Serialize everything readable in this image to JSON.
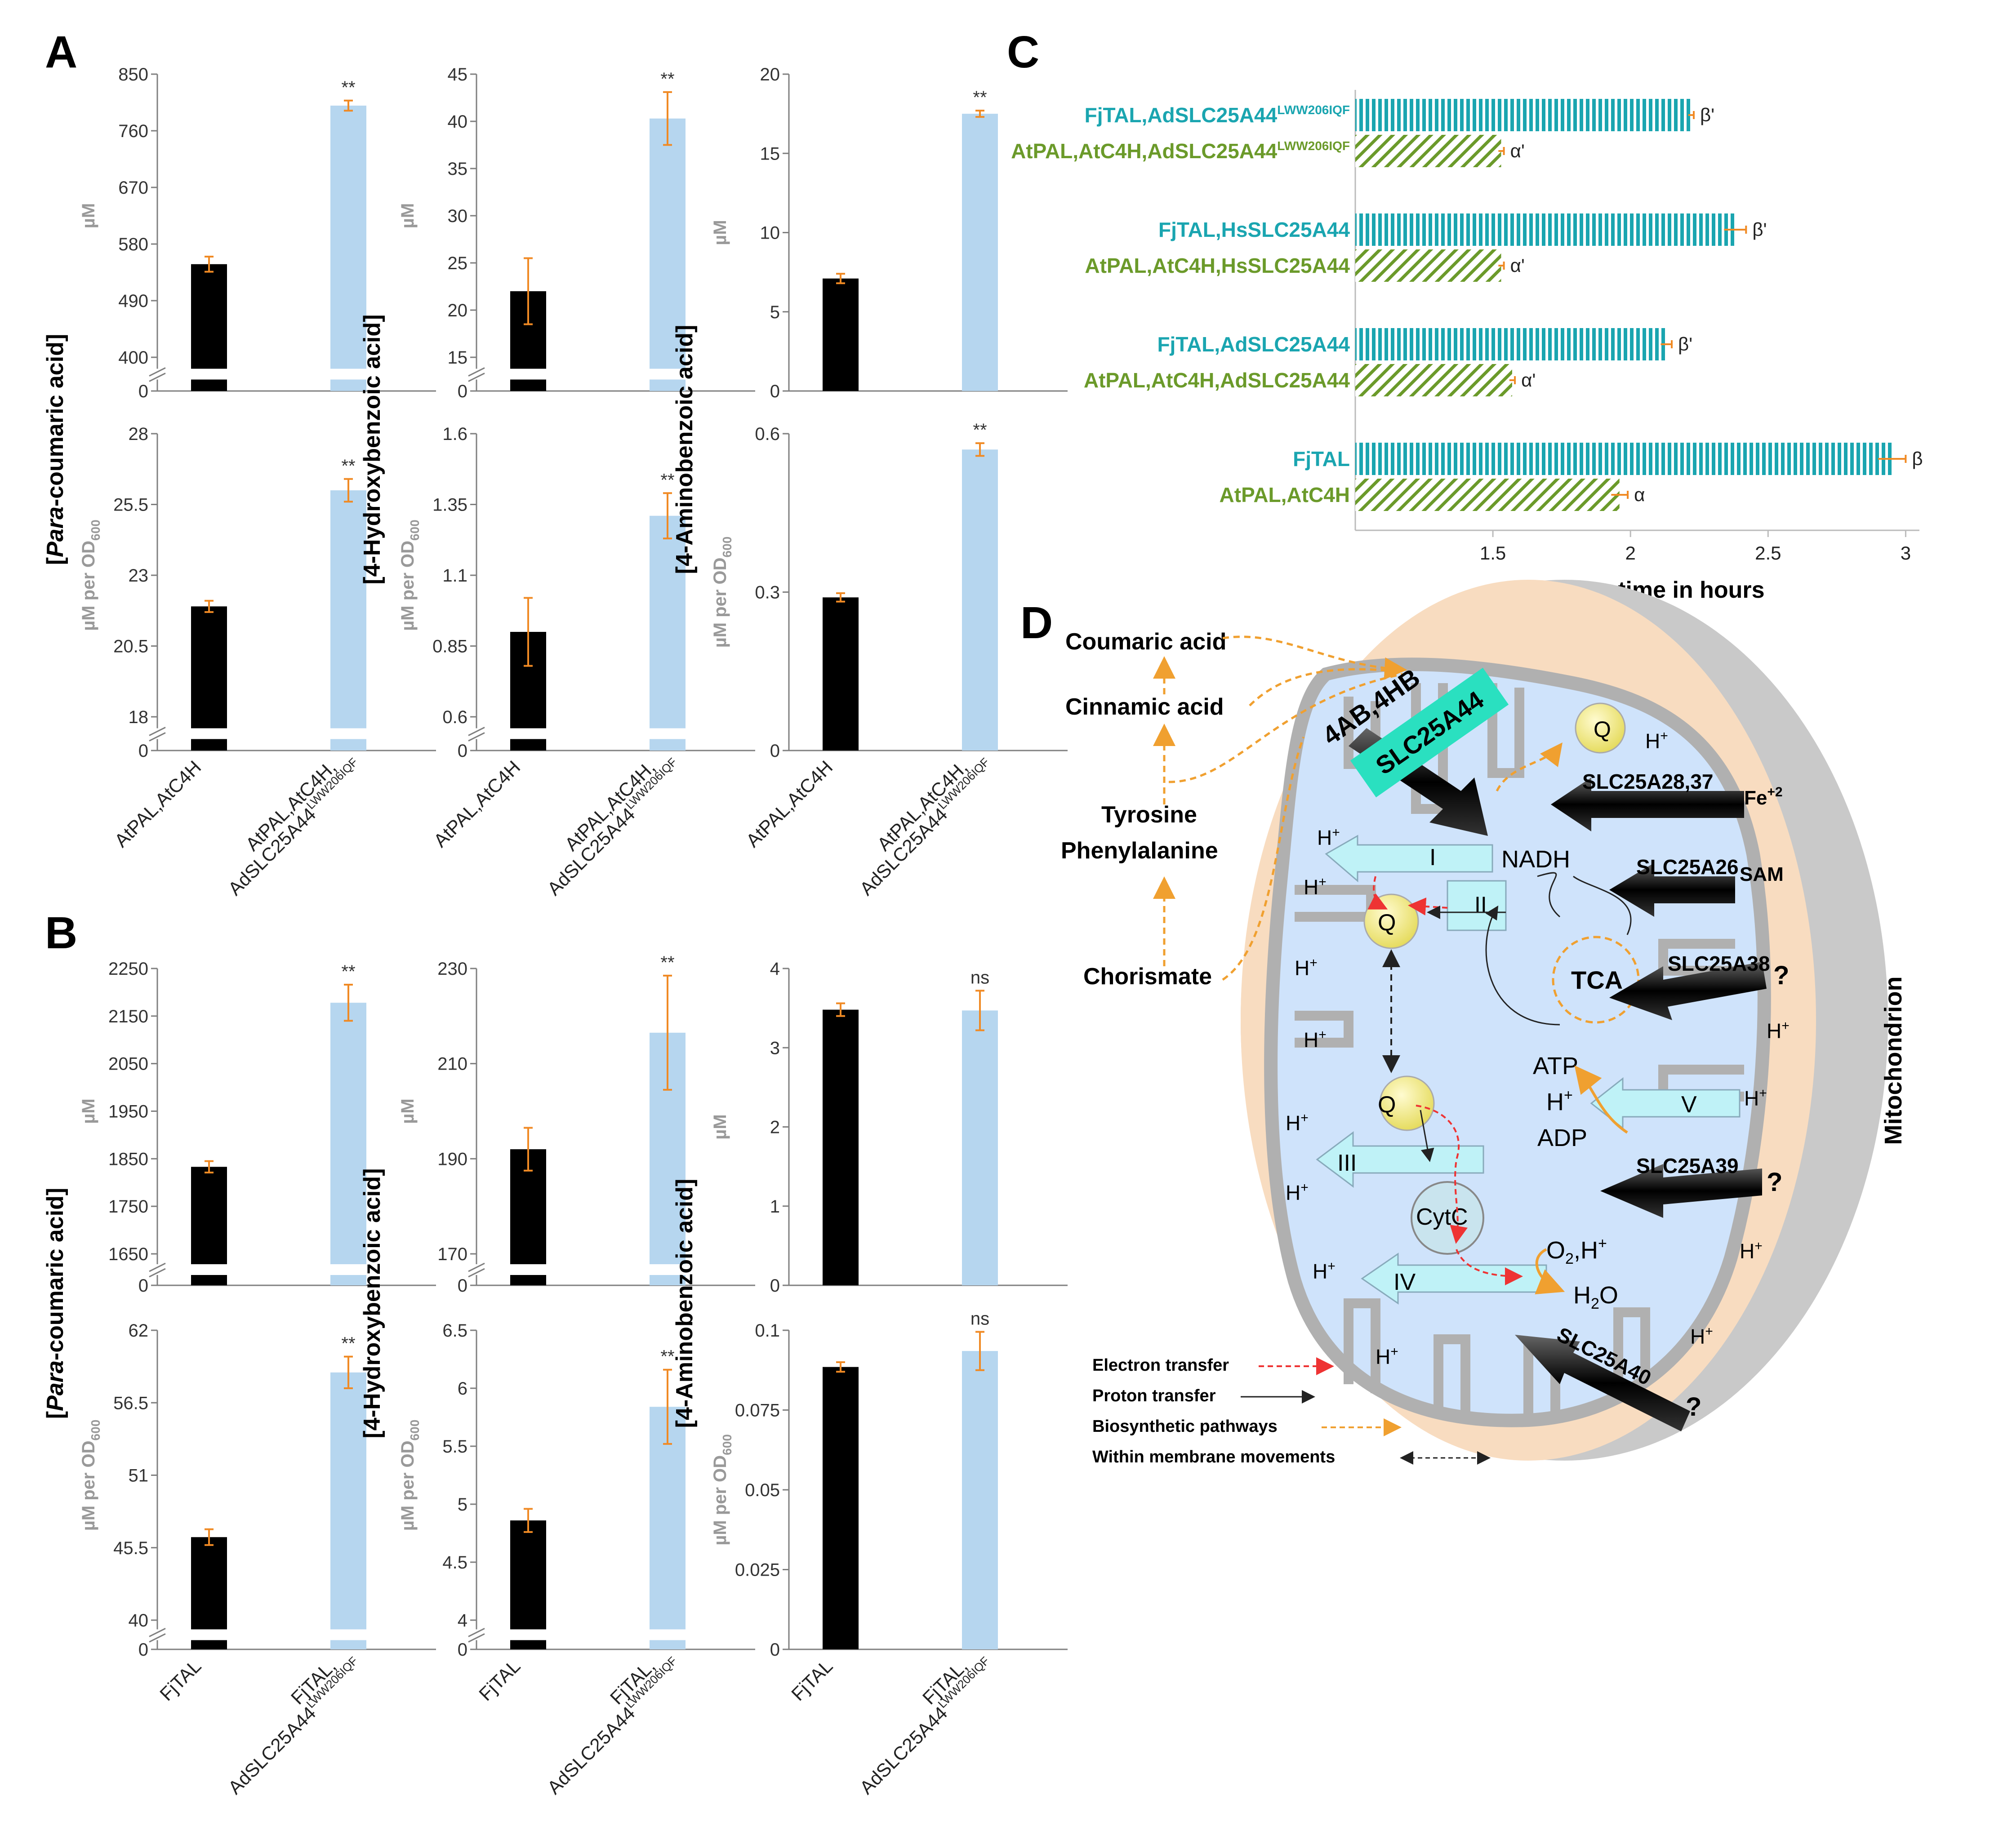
{
  "panel_labels": {
    "a": "A",
    "b": "B",
    "c": "C",
    "d": "D"
  },
  "x_labels": {
    "a_control": "AtPAL,AtC4H",
    "a_treat_1": "AtPAL,AtC4H,",
    "a_treat_2": "AdSLC25A44",
    "b_control": "FjTAL",
    "b_treat_1": "FjTAL,",
    "b_treat_2": "AdSLC25A44",
    "sup": "LWW206IQF"
  },
  "row_titles": {
    "coumaric_pre": "[",
    "coumaric_italic": "Para",
    "coumaric_post": "-coumaric acid]",
    "hydroxy": "[4-Hydroxybenzoic acid]",
    "amino": "[4-Aminobenzoic acid]"
  },
  "units": {
    "uM": "µM",
    "per_od": "µM per OD",
    "od_sub": "600"
  },
  "colors": {
    "control": "#000000",
    "treated": "#b6d6ef",
    "error": "#f08a24",
    "axis": "#7f7f7f",
    "teal": "#1aa5b0",
    "green": "#6b9a2a",
    "cyan": "#2ae0c0",
    "mito_outer": "#f8dcc0",
    "mito_inner": "#cfe3fb",
    "complex": "#bff2f7"
  },
  "chart_data": [
    {
      "id": "A1",
      "type": "bar",
      "categories": [
        "AtPAL,AtC4H",
        "AtPAL,AtC4H,AdSLC25A44LWW206IQF"
      ],
      "values": [
        548,
        800
      ],
      "errors": [
        12,
        8
      ],
      "ylabel": "µM",
      "yticks": [
        "850",
        "760",
        "670",
        "580",
        "490",
        "400",
        "0"
      ],
      "ylim": [
        400,
        850
      ],
      "axis_break": true,
      "annotations": [
        "",
        "**"
      ]
    },
    {
      "id": "A2",
      "type": "bar",
      "categories": [
        "AtPAL,AtC4H",
        "AtPAL,AtC4H,AdSLC25A44LWW206IQF"
      ],
      "values": [
        22,
        40.3
      ],
      "errors": [
        3.5,
        2.8
      ],
      "ylabel": "µM",
      "yticks": [
        "45",
        "40",
        "35",
        "30",
        "25",
        "20",
        "15",
        "0"
      ],
      "ylim": [
        15,
        45
      ],
      "axis_break": true,
      "annotations": [
        "",
        "**"
      ]
    },
    {
      "id": "A3",
      "type": "bar",
      "categories": [
        "AtPAL,AtC4H",
        "AtPAL,AtC4H,AdSLC25A44LWW206IQF"
      ],
      "values": [
        7.1,
        17.5
      ],
      "errors": [
        0.3,
        0.2
      ],
      "ylabel": "µM",
      "yticks": [
        "20",
        "15",
        "10",
        "5",
        "0"
      ],
      "ylim": [
        0,
        20
      ],
      "axis_break": false,
      "annotations": [
        "",
        "**"
      ]
    },
    {
      "id": "A4",
      "type": "bar",
      "categories": [
        "AtPAL,AtC4H",
        "AtPAL,AtC4H,AdSLC25A44LWW206IQF"
      ],
      "values": [
        21.9,
        26
      ],
      "errors": [
        0.2,
        0.4
      ],
      "ylabel": "µM per OD600",
      "yticks": [
        "28",
        "25.5",
        "23",
        "20.5",
        "18",
        "0"
      ],
      "ylim": [
        18,
        28
      ],
      "axis_break": true,
      "annotations": [
        "",
        "**"
      ]
    },
    {
      "id": "A5",
      "type": "bar",
      "categories": [
        "AtPAL,AtC4H",
        "AtPAL,AtC4H,AdSLC25A44LWW206IQF"
      ],
      "values": [
        0.9,
        1.31
      ],
      "errors": [
        0.12,
        0.08
      ],
      "ylabel": "µM per OD600",
      "yticks": [
        "1.6",
        "1.35",
        "1.1",
        "0.85",
        "0.6",
        "0"
      ],
      "ylim": [
        0.6,
        1.6
      ],
      "axis_break": true,
      "annotations": [
        "",
        "**"
      ]
    },
    {
      "id": "A6",
      "type": "bar",
      "categories": [
        "AtPAL,AtC4H",
        "AtPAL,AtC4H,AdSLC25A44LWW206IQF"
      ],
      "values": [
        0.29,
        0.57
      ],
      "errors": [
        0.008,
        0.012
      ],
      "ylabel": "µM per OD600",
      "yticks": [
        "0.6",
        "0.3",
        "0"
      ],
      "ylim": [
        0,
        0.6
      ],
      "axis_break": false,
      "annotations": [
        "",
        "**"
      ]
    },
    {
      "id": "B1",
      "type": "bar",
      "categories": [
        "FjTAL",
        "FjTAL,AdSLC25A44LWW206IQF"
      ],
      "values": [
        1833,
        2178
      ],
      "errors": [
        12,
        38
      ],
      "ylabel": "µM",
      "yticks": [
        "2250",
        "2150",
        "2050",
        "1950",
        "1850",
        "1750",
        "1650",
        "0"
      ],
      "ylim": [
        1650,
        2250
      ],
      "axis_break": true,
      "annotations": [
        "",
        "**"
      ]
    },
    {
      "id": "B2",
      "type": "bar",
      "categories": [
        "FjTAL",
        "FjTAL,AdSLC25A44LWW206IQF"
      ],
      "values": [
        192,
        216.5
      ],
      "errors": [
        4.5,
        12
      ],
      "ylabel": "µM",
      "yticks": [
        "230",
        "210",
        "190",
        "170",
        "0"
      ],
      "ylim": [
        170,
        230
      ],
      "axis_break": true,
      "annotations": [
        "",
        "**"
      ]
    },
    {
      "id": "B3",
      "type": "bar",
      "categories": [
        "FjTAL",
        "FjTAL,AdSLC25A44LWW206IQF"
      ],
      "values": [
        3.48,
        3.47
      ],
      "errors": [
        0.08,
        0.25
      ],
      "ylabel": "µM",
      "yticks": [
        "4",
        "3",
        "2",
        "1",
        "0"
      ],
      "ylim": [
        0,
        4
      ],
      "axis_break": false,
      "annotations": [
        "",
        "ns"
      ]
    },
    {
      "id": "B4",
      "type": "bar",
      "categories": [
        "FjTAL",
        "FjTAL,AdSLC25A44LWW206IQF"
      ],
      "values": [
        46.3,
        58.8
      ],
      "errors": [
        0.6,
        1.2
      ],
      "ylabel": "µM per OD600",
      "yticks": [
        "62",
        "56.5",
        "51",
        "45.5",
        "40",
        "0"
      ],
      "ylim": [
        40,
        62
      ],
      "axis_break": true,
      "annotations": [
        "",
        "**"
      ]
    },
    {
      "id": "B5",
      "type": "bar",
      "categories": [
        "FjTAL",
        "FjTAL,AdSLC25A44LWW206IQF"
      ],
      "values": [
        4.86,
        5.84
      ],
      "errors": [
        0.1,
        0.32
      ],
      "ylabel": "µM per OD600",
      "yticks": [
        "6.5",
        "6",
        "5.5",
        "5",
        "4.5",
        "4",
        "0"
      ],
      "ylim": [
        4,
        6.5
      ],
      "axis_break": true,
      "annotations": [
        "",
        "**"
      ]
    },
    {
      "id": "B6",
      "type": "bar",
      "categories": [
        "FjTAL",
        "FjTAL,AdSLC25A44LWW206IQF"
      ],
      "values": [
        0.0885,
        0.0935
      ],
      "errors": [
        0.0015,
        0.006
      ],
      "ylabel": "µM per OD600",
      "yticks": [
        "0.1",
        "0.075",
        "0.05",
        "0.025",
        "0"
      ],
      "ylim": [
        0,
        0.1
      ],
      "axis_break": false,
      "annotations": [
        "",
        "ns"
      ]
    },
    {
      "id": "C",
      "type": "bar",
      "orientation": "horizontal",
      "xlabel": "Doubling time in hours",
      "xticks": [
        "1.5",
        "2",
        "2.5",
        "3"
      ],
      "xlim": [
        1,
        3.05
      ],
      "series": [
        {
          "label": "FjTAL,AdSLC25A44",
          "sup": "LWW206IQF",
          "color": "teal",
          "value": 2.22,
          "error": 0.01,
          "annotation": "β'"
        },
        {
          "label": "AtPAL,AtC4H,AdSLC25A44",
          "sup": "LWW206IQF",
          "color": "green",
          "value": 1.53,
          "error": 0.01,
          "annotation": "α'"
        },
        {
          "label": "FjTAL,HsSLC25A44",
          "sup": "",
          "color": "teal",
          "value": 2.38,
          "error": 0.04,
          "annotation": "β'"
        },
        {
          "label": "AtPAL,AtC4H,HsSLC25A44",
          "sup": "",
          "color": "green",
          "value": 1.53,
          "error": 0.01,
          "annotation": "α'"
        },
        {
          "label": "FjTAL,AdSLC25A44",
          "sup": "",
          "color": "teal",
          "value": 2.13,
          "error": 0.02,
          "annotation": "β'"
        },
        {
          "label": "AtPAL,AtC4H,AdSLC25A44",
          "sup": "",
          "color": "green",
          "value": 1.57,
          "error": 0.01,
          "annotation": "α'"
        },
        {
          "label": "FjTAL",
          "sup": "",
          "color": "teal",
          "value": 2.95,
          "error": 0.05,
          "annotation": "β"
        },
        {
          "label": "AtPAL,AtC4H",
          "sup": "",
          "color": "green",
          "value": 1.96,
          "error": 0.03,
          "annotation": "α"
        }
      ]
    }
  ],
  "diagram": {
    "coumaric": "Coumaric acid",
    "cinnamic": "Cinnamic acid",
    "tyrosine": "Tyrosine",
    "phenylalanine": "Phenylalanine",
    "chorismate": "Chorismate",
    "metabolites": "4AB,4HB",
    "slc25a44": "SLC25A44",
    "q": "Q",
    "hplus": "H",
    "plus": "+",
    "slc25a28": "SLC25A28,37",
    "fe": "Fe",
    "fe_sup": "+2",
    "slc25a26": "SLC25A26",
    "sam": "SAM",
    "slc25a38": "SLC25A38",
    "slc25a39": "SLC25A39",
    "slc25a40": "SLC25A40",
    "question": "?",
    "nadh": "NADH",
    "complex_i": "I",
    "complex_ii": "II",
    "complex_iii": "III",
    "complex_iv": "IV",
    "complex_v": "V",
    "tca": "TCA",
    "atp": "ATP",
    "adp": "ADP",
    "cytc": "CytC",
    "o2": "O",
    "o2_sub": "2",
    "o2_rest": ",H",
    "h2o_h": "H",
    "h2o_sub": "2",
    "h2o_o": "O",
    "mitochondrion": "Mitochondrion"
  },
  "legend": {
    "electron": "Electron transfer",
    "proton": "Proton transfer",
    "biosynthetic": "Biosynthetic pathways",
    "membrane": "Within membrane movements"
  }
}
